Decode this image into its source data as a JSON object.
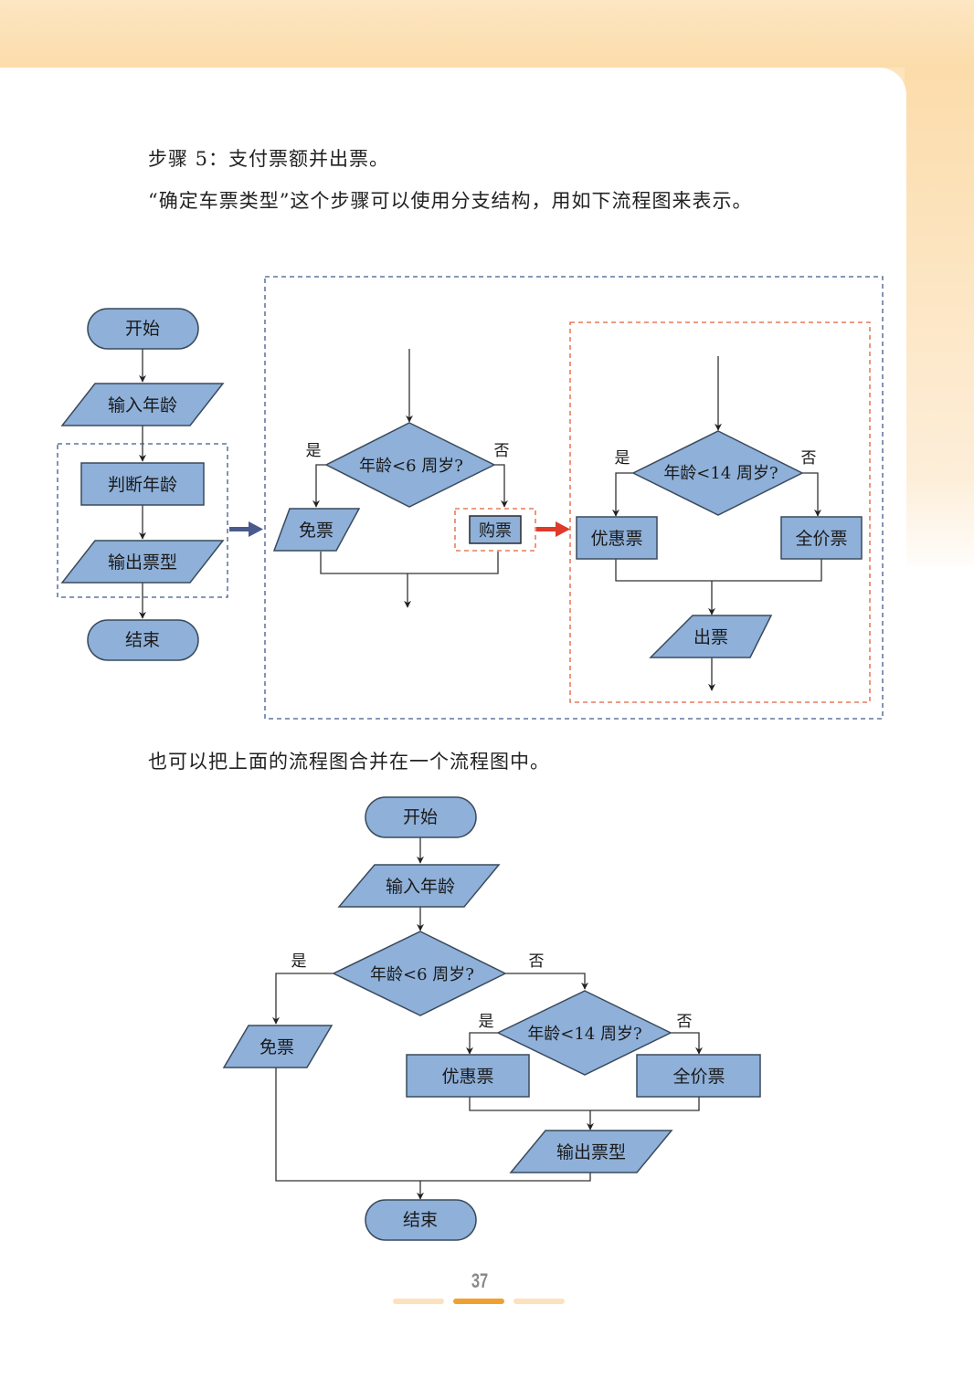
{
  "text": {
    "step5": "步骤 5：支付票额并出票。",
    "intro": "“确定车票类型”这个步骤可以使用分支结构，用如下流程图来表示。",
    "merge_note": "也可以把上面的流程图合并在一个流程图中。"
  },
  "colors": {
    "node_fill": "#8eb0d9",
    "node_stroke": "#3a4a5c",
    "blue_dash": "#3f5b8c",
    "red_dash": "#e0603a",
    "blue_arrow": "#4a5a8c",
    "red_arrow": "#e03a2a",
    "header_band": "#fcdcaa",
    "page_bar_active": "#f0a030",
    "page_bar_inactive": "#fde1bc"
  },
  "flow1": {
    "start": "开始",
    "input_age": "输入年龄",
    "judge_age": "判断年龄",
    "output_type": "输出票型",
    "end": "结束"
  },
  "flow2": {
    "decision": "年龄<6 周岁?",
    "yes": "是",
    "no": "否",
    "free": "免票",
    "buy": "购票"
  },
  "flow3": {
    "decision": "年龄<14 周岁?",
    "yes": "是",
    "no": "否",
    "discount": "优惠票",
    "full": "全价票",
    "issue": "出票"
  },
  "flow4": {
    "start": "开始",
    "input_age": "输入年龄",
    "decision1": "年龄<6 周岁?",
    "decision2": "年龄<14 周岁?",
    "yes1": "是",
    "no1": "否",
    "yes2": "是",
    "no2": "否",
    "free": "免票",
    "discount": "优惠票",
    "full": "全价票",
    "output_type": "输出票型",
    "end": "结束"
  },
  "footer": {
    "page_number": "37"
  }
}
